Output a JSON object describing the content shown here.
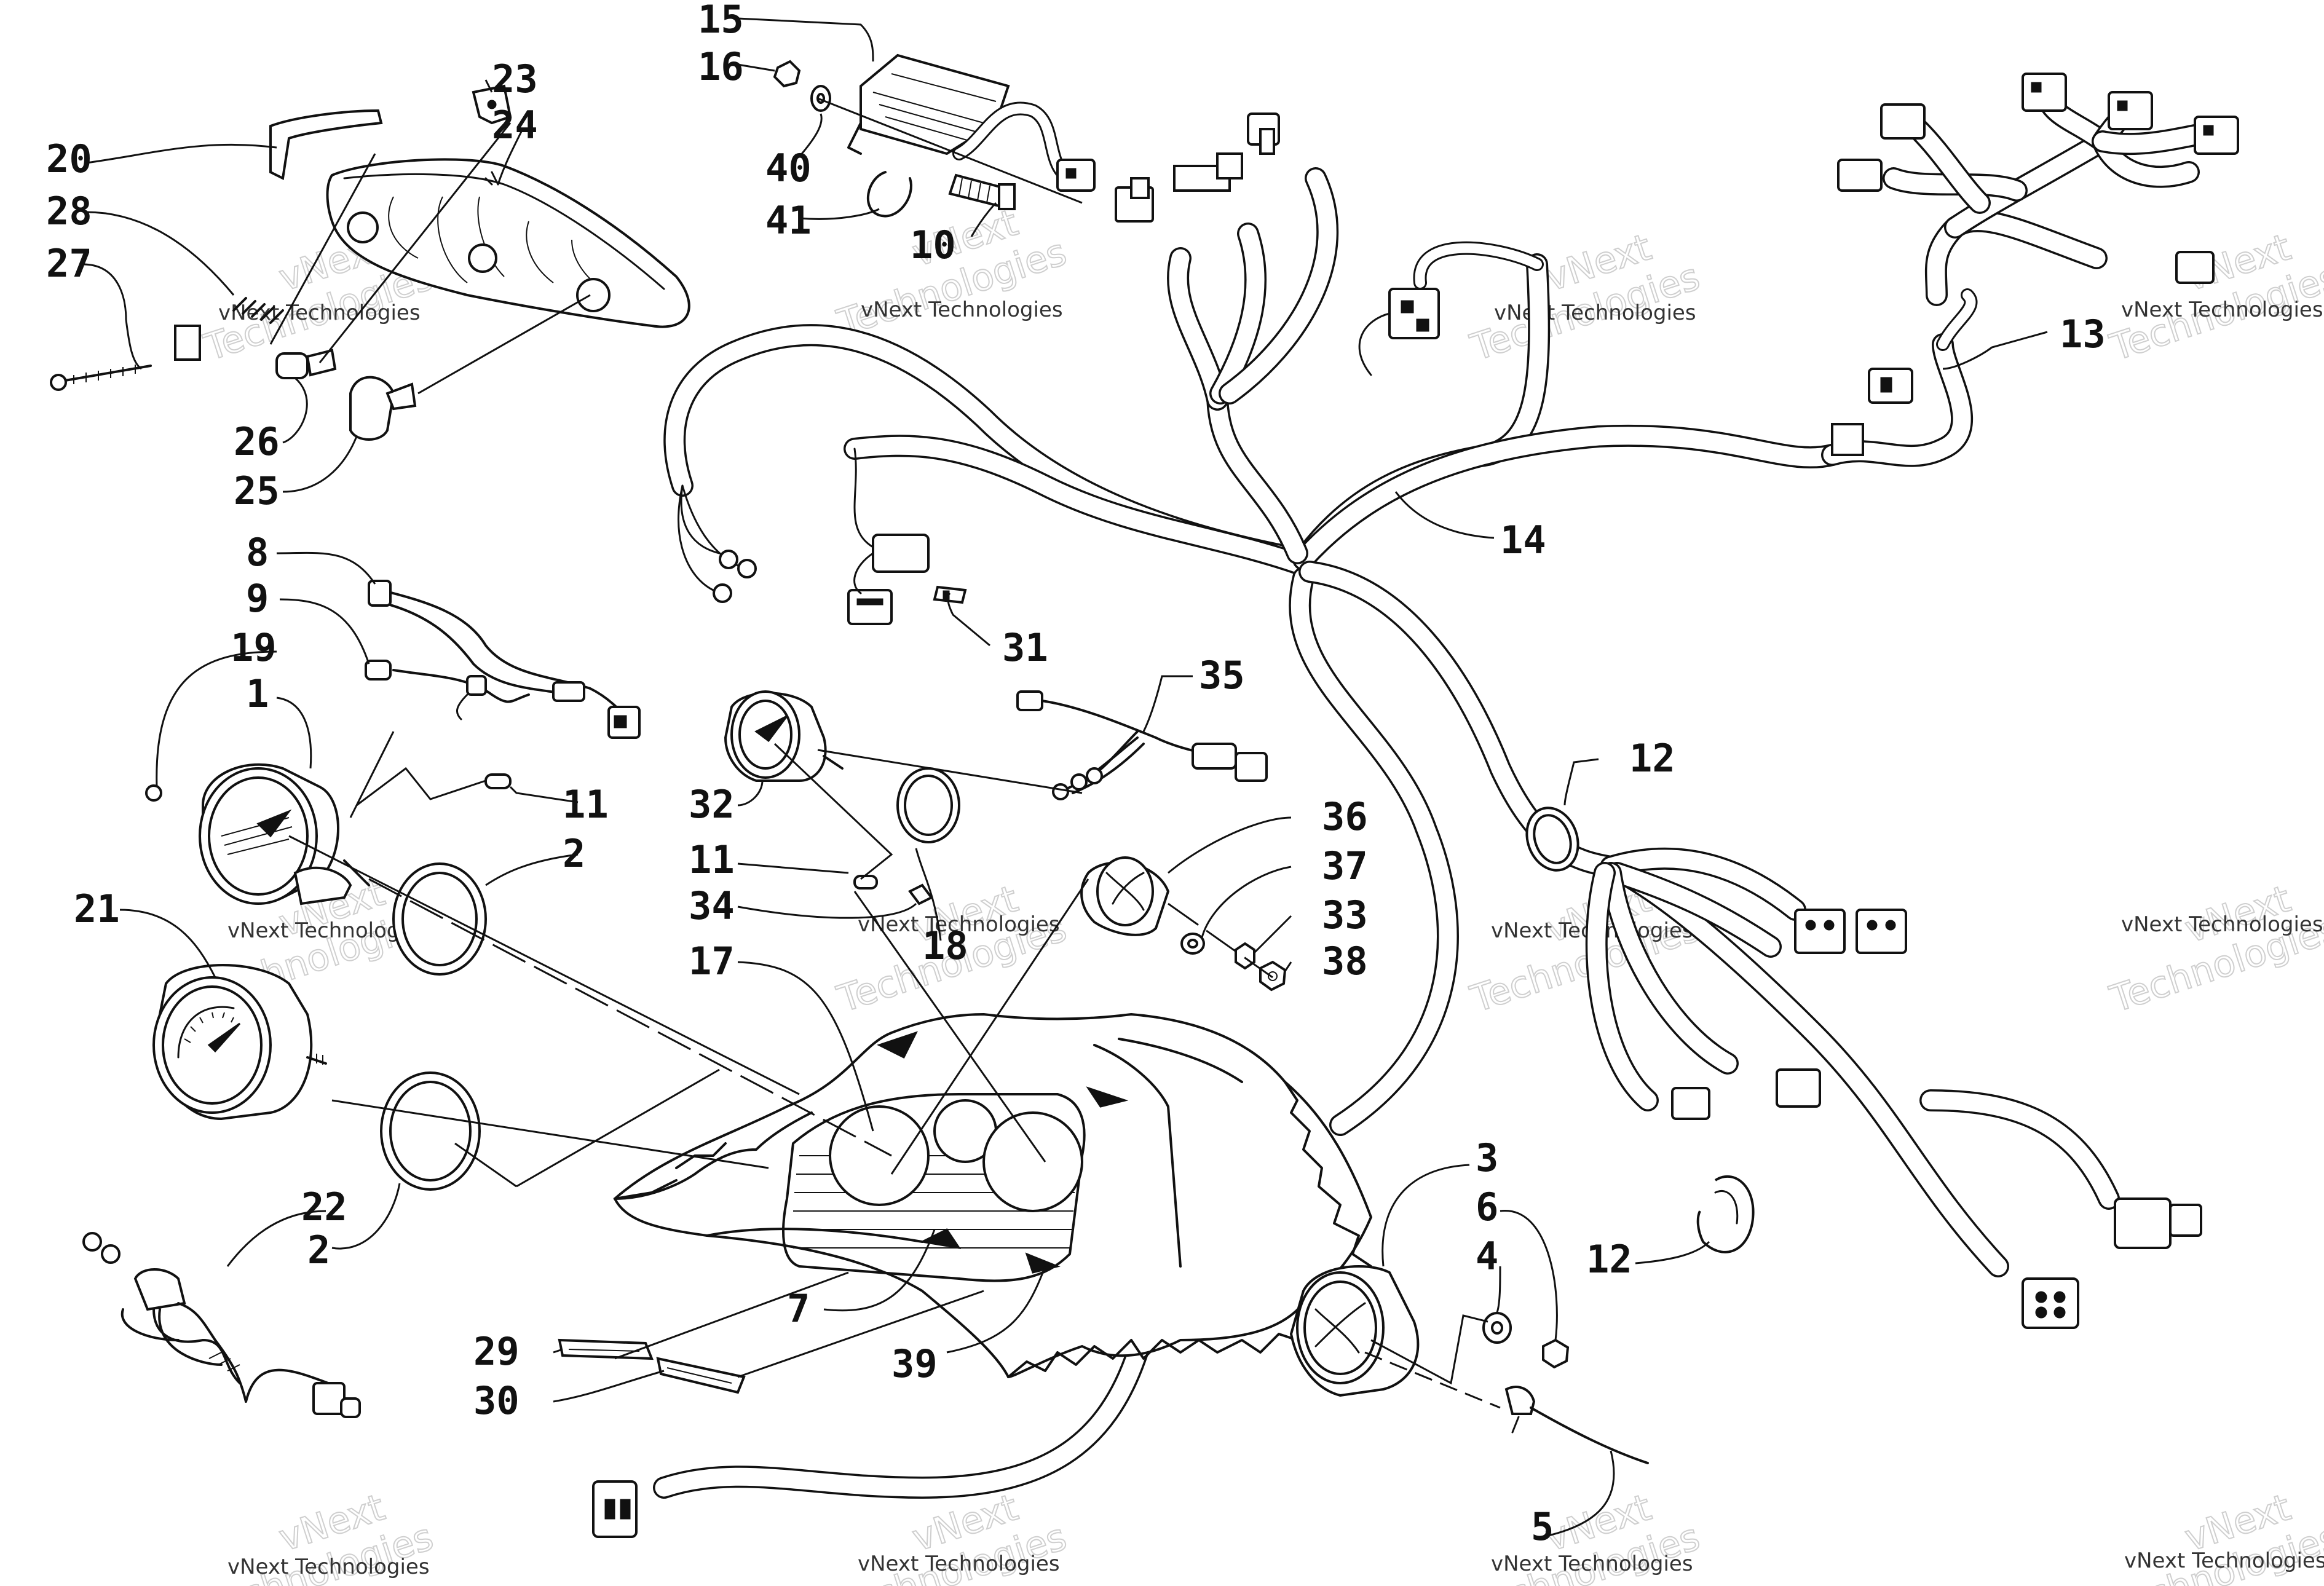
{
  "watermark": {
    "line1": "vNext",
    "line2": "Technologies",
    "small": "vNext Technologies"
  },
  "callouts": [
    "1",
    "2",
    "2",
    "3",
    "4",
    "5",
    "6",
    "7",
    "8",
    "9",
    "10",
    "11",
    "11",
    "12",
    "12",
    "13",
    "14",
    "15",
    "16",
    "17",
    "18",
    "19",
    "20",
    "21",
    "22",
    "23",
    "24",
    "25",
    "26",
    "27",
    "28",
    "29",
    "30",
    "31",
    "32",
    "33",
    "34",
    "35",
    "36",
    "37",
    "38",
    "39",
    "40",
    "41"
  ],
  "colors": {
    "ink": "#111111",
    "background": "#ffffff",
    "watermark": "#cfcfcf"
  }
}
